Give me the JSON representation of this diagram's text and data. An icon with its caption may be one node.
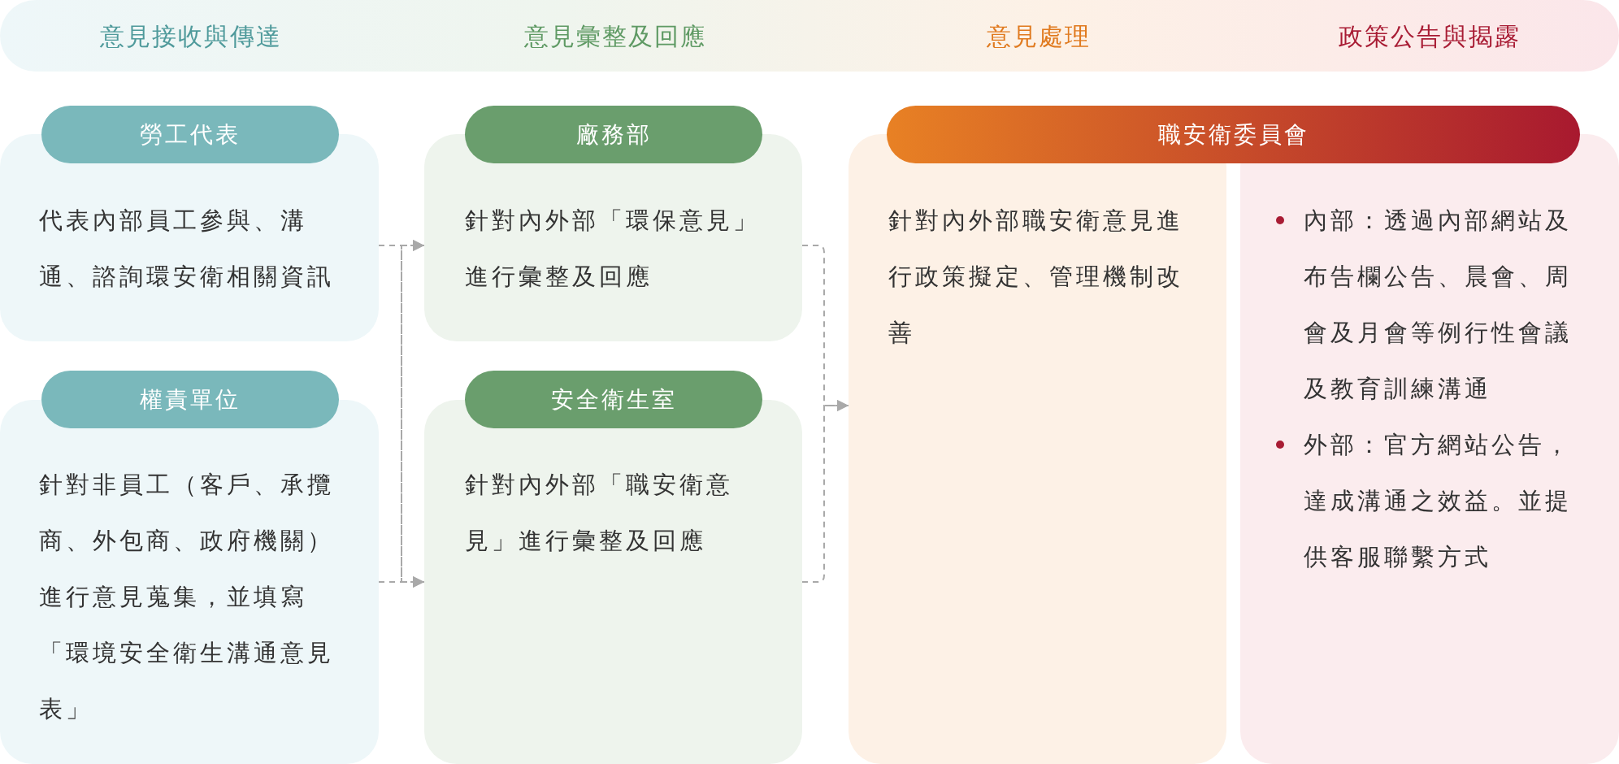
{
  "diagram": {
    "nodes": [
      {
        "text": [
          "意見接收與傳達",
          "意見彙整及回應",
          "意見處理",
          "政策公告與揭露"
        ]
      },
      {
        "text": [
          "勞工代表",
          "代表內部員工參與、溝通、諮詢環安衛相關資訊"
        ]
      },
      {
        "text": [
          "權責單位",
          "針對非員工（客戶、承攬商、外包商、政府機關）進行意見蒐集，並填寫「環境安全衛生溝通意見表」"
        ]
      },
      {
        "text": [
          "廠務部",
          "針對內外部「環保意見」進行彙整及回應"
        ]
      },
      {
        "text": [
          "安全衛生室",
          "針對內外部「職安衛意見」進行彙整及回應"
        ]
      },
      {
        "text": [
          "職安衛委員會"
        ]
      },
      {
        "text": [
          "針對內外部職安衛意見進行政策擬定、管理機制改善"
        ]
      },
      {
        "text": [
          "內部：透過內部網站及布告欄公告、晨會、周會及月會等例行性會議及教育訓練溝通",
          "外部：官方網站公告，達成溝通之效益。並提供客服聯繫方式"
        ]
      }
    ],
    "edges": [
      {
        "from": 1,
        "to": 3,
        "arrow": "to",
        "style": "dashed"
      },
      {
        "from": 1,
        "to": 4,
        "arrow": "to",
        "style": "dashed"
      },
      {
        "from": 2,
        "to": 3,
        "arrow": "to",
        "style": "dashed"
      },
      {
        "from": 2,
        "to": 4,
        "arrow": "to",
        "style": "dashed"
      },
      {
        "from": 3,
        "to": 6,
        "arrow": "to",
        "style": "dashed"
      },
      {
        "from": 4,
        "to": 6,
        "arrow": "to",
        "style": "dashed"
      }
    ]
  }
}
